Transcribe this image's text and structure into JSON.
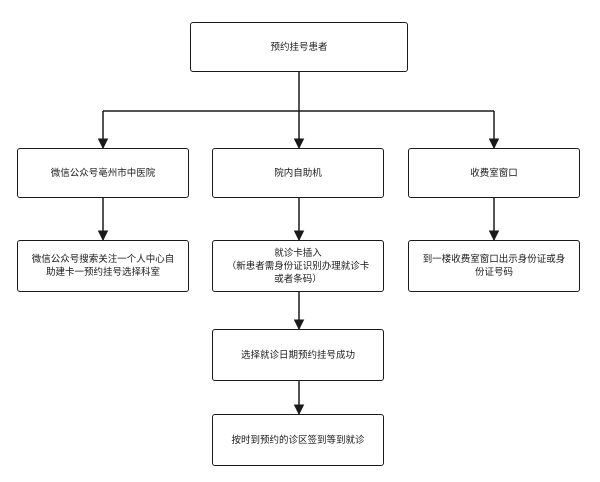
{
  "nodes": {
    "root": "预约挂号患者",
    "wechat": "微信公众号亳州市中医院",
    "kiosk": "院内自助机",
    "counter": "收费室窗口",
    "wechat_step": "微信公众号搜索关注一个人中心自\n助建卡一预约挂号选择科室",
    "kiosk_step": "就诊卡插入\n（新患者需身份证识别办理就诊卡\n或者条码）",
    "counter_step": "到一楼收费室窗口出示身份证或身\n份证号码",
    "select_date": "选择就诊日期预约挂号成功",
    "checkin": "按时到预约的诊区签到等到就诊"
  },
  "colors": {
    "line": "#1a1a1a",
    "border": "#1a1a1a",
    "text": "#1a1a1a",
    "background": "#ffffff"
  }
}
